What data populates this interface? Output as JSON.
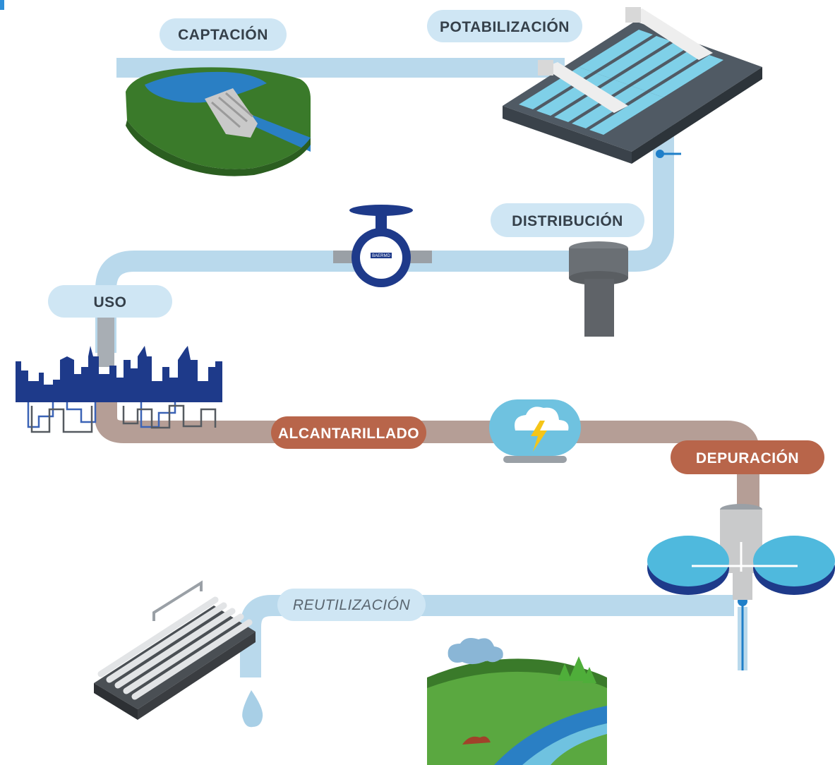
{
  "stages": {
    "captacion": "CAPTACIÓN",
    "potabilizacion": "POTABILIZACIÓN",
    "distribucion": "DISTRIBUCIÓN",
    "uso": "USO",
    "alcantarillado": "ALCANTARILLADO",
    "depuracion": "DEPURACIÓN",
    "reutilizacion": "REUTILIZACIÓN"
  },
  "meter_brand": "BAERMD",
  "colors": {
    "clean_water_pipe": "#b9d9ec",
    "sewage_pipe": "#b59e96",
    "clean_label_bg": "#cfe6f4",
    "sewage_label_bg": "#b8654a",
    "navy": "#1e3a8a",
    "grass": "#3a7a2a",
    "water": "#2a7fc4"
  },
  "icons": {
    "reservoir": "dam-reservoir-icon",
    "treatment_plant": "water-treatment-plant-icon",
    "meter": "water-meter-icon",
    "tank": "water-tower-icon",
    "city": "city-skyline-icon",
    "storm": "storm-cloud-icon",
    "clarifier": "clarifier-tank-icon",
    "irrigation": "irrigation-pipes-icon",
    "landscape": "river-landscape-icon",
    "drop": "water-drop-icon"
  }
}
